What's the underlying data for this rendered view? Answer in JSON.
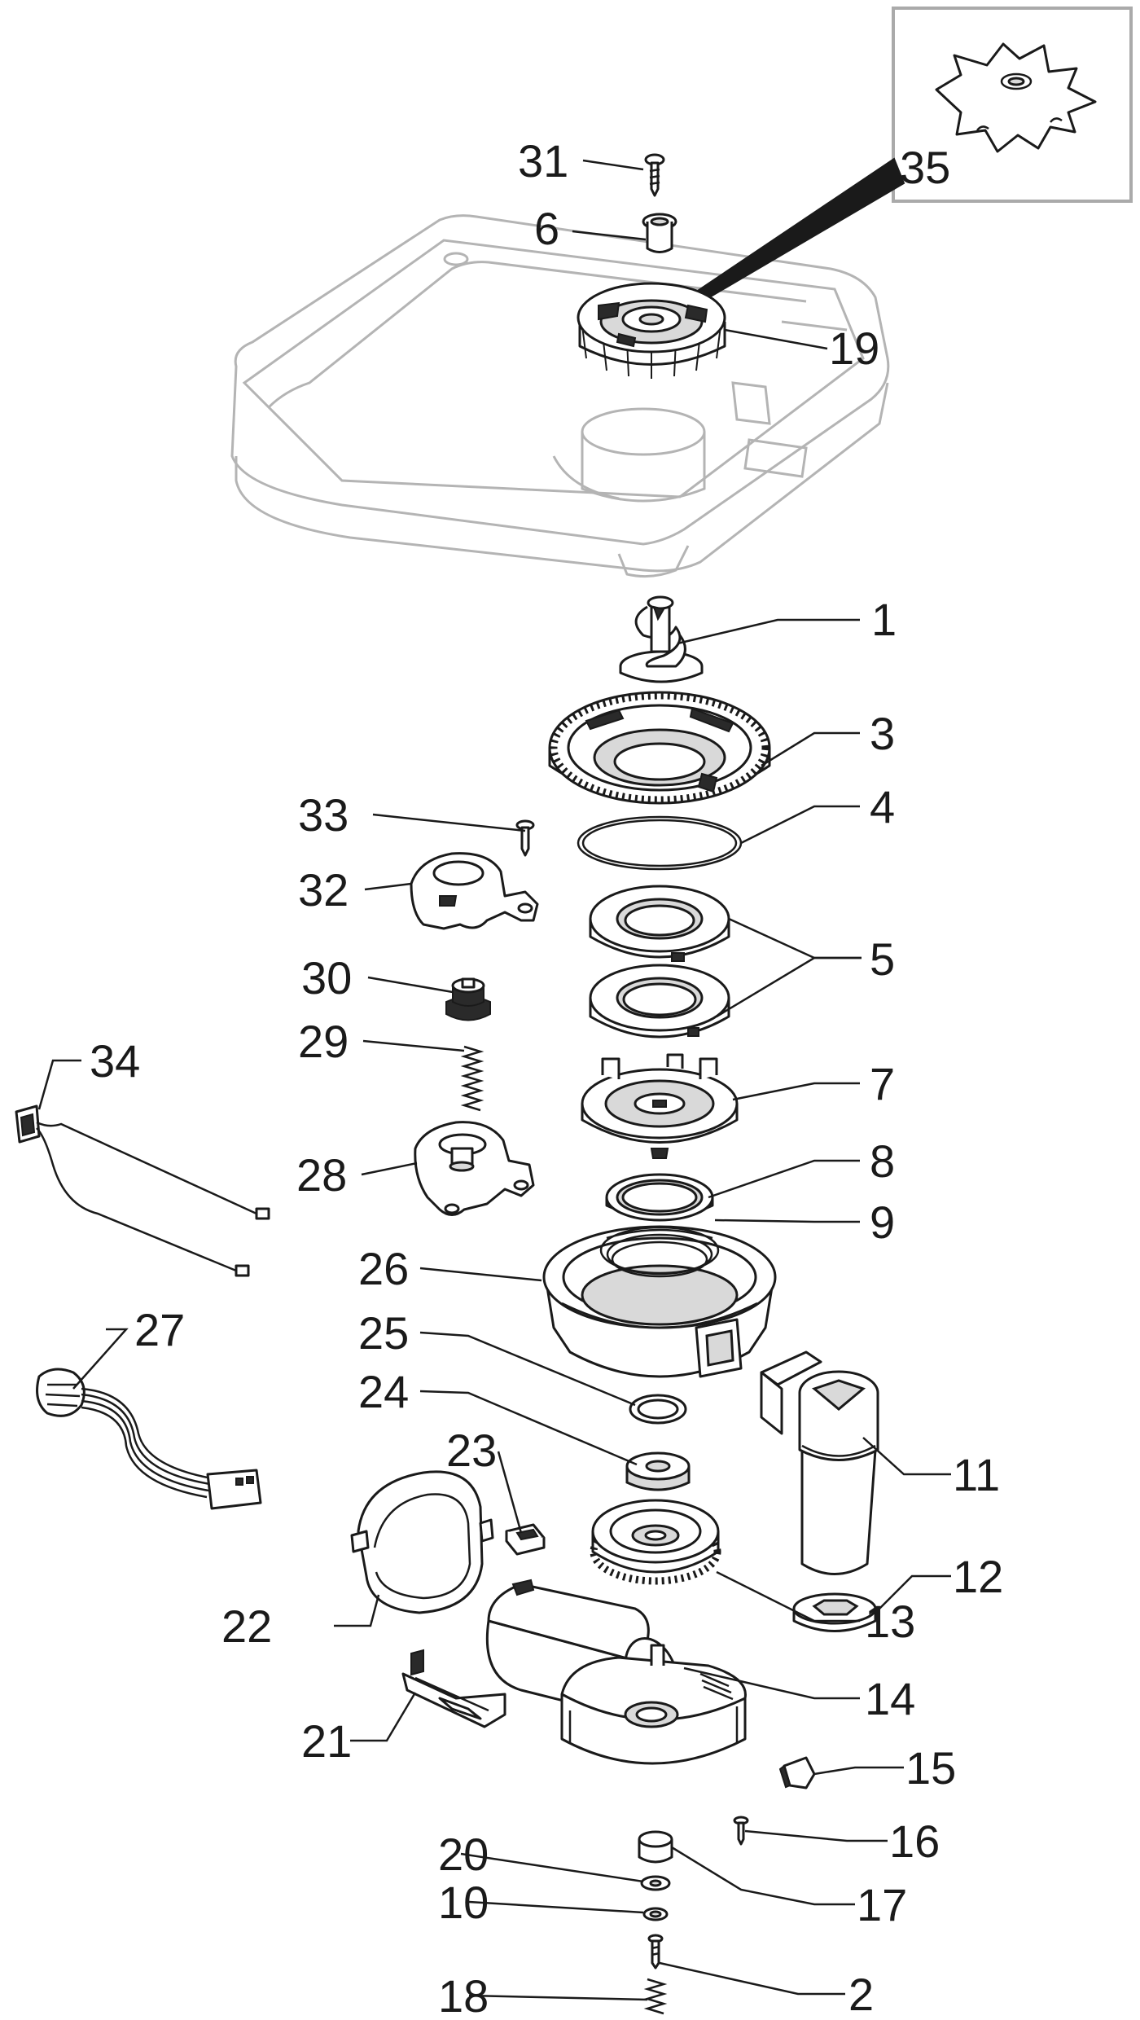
{
  "labels": {
    "p1": "1",
    "p2": "2",
    "p3": "3",
    "p4": "4",
    "p5": "5",
    "p6": "6",
    "p7": "7",
    "p8": "8",
    "p9": "9",
    "p10": "10",
    "p11": "11",
    "p12": "12",
    "p13": "13",
    "p14": "14",
    "p15": "15",
    "p16": "16",
    "p17": "17",
    "p18": "18",
    "p19": "19",
    "p20": "20",
    "p21": "21",
    "p22": "22",
    "p23": "23",
    "p24": "24",
    "p25": "25",
    "p26": "26",
    "p27": "27",
    "p28": "28",
    "p29": "29",
    "p30": "30",
    "p31": "31",
    "p32": "32",
    "p33": "33",
    "p34": "34",
    "p35": "35"
  },
  "colors": {
    "line": "#1a1a1a",
    "ghost_outline": "#b4b4b4",
    "inset_border": "#aaaaaa",
    "background": "#ffffff"
  }
}
